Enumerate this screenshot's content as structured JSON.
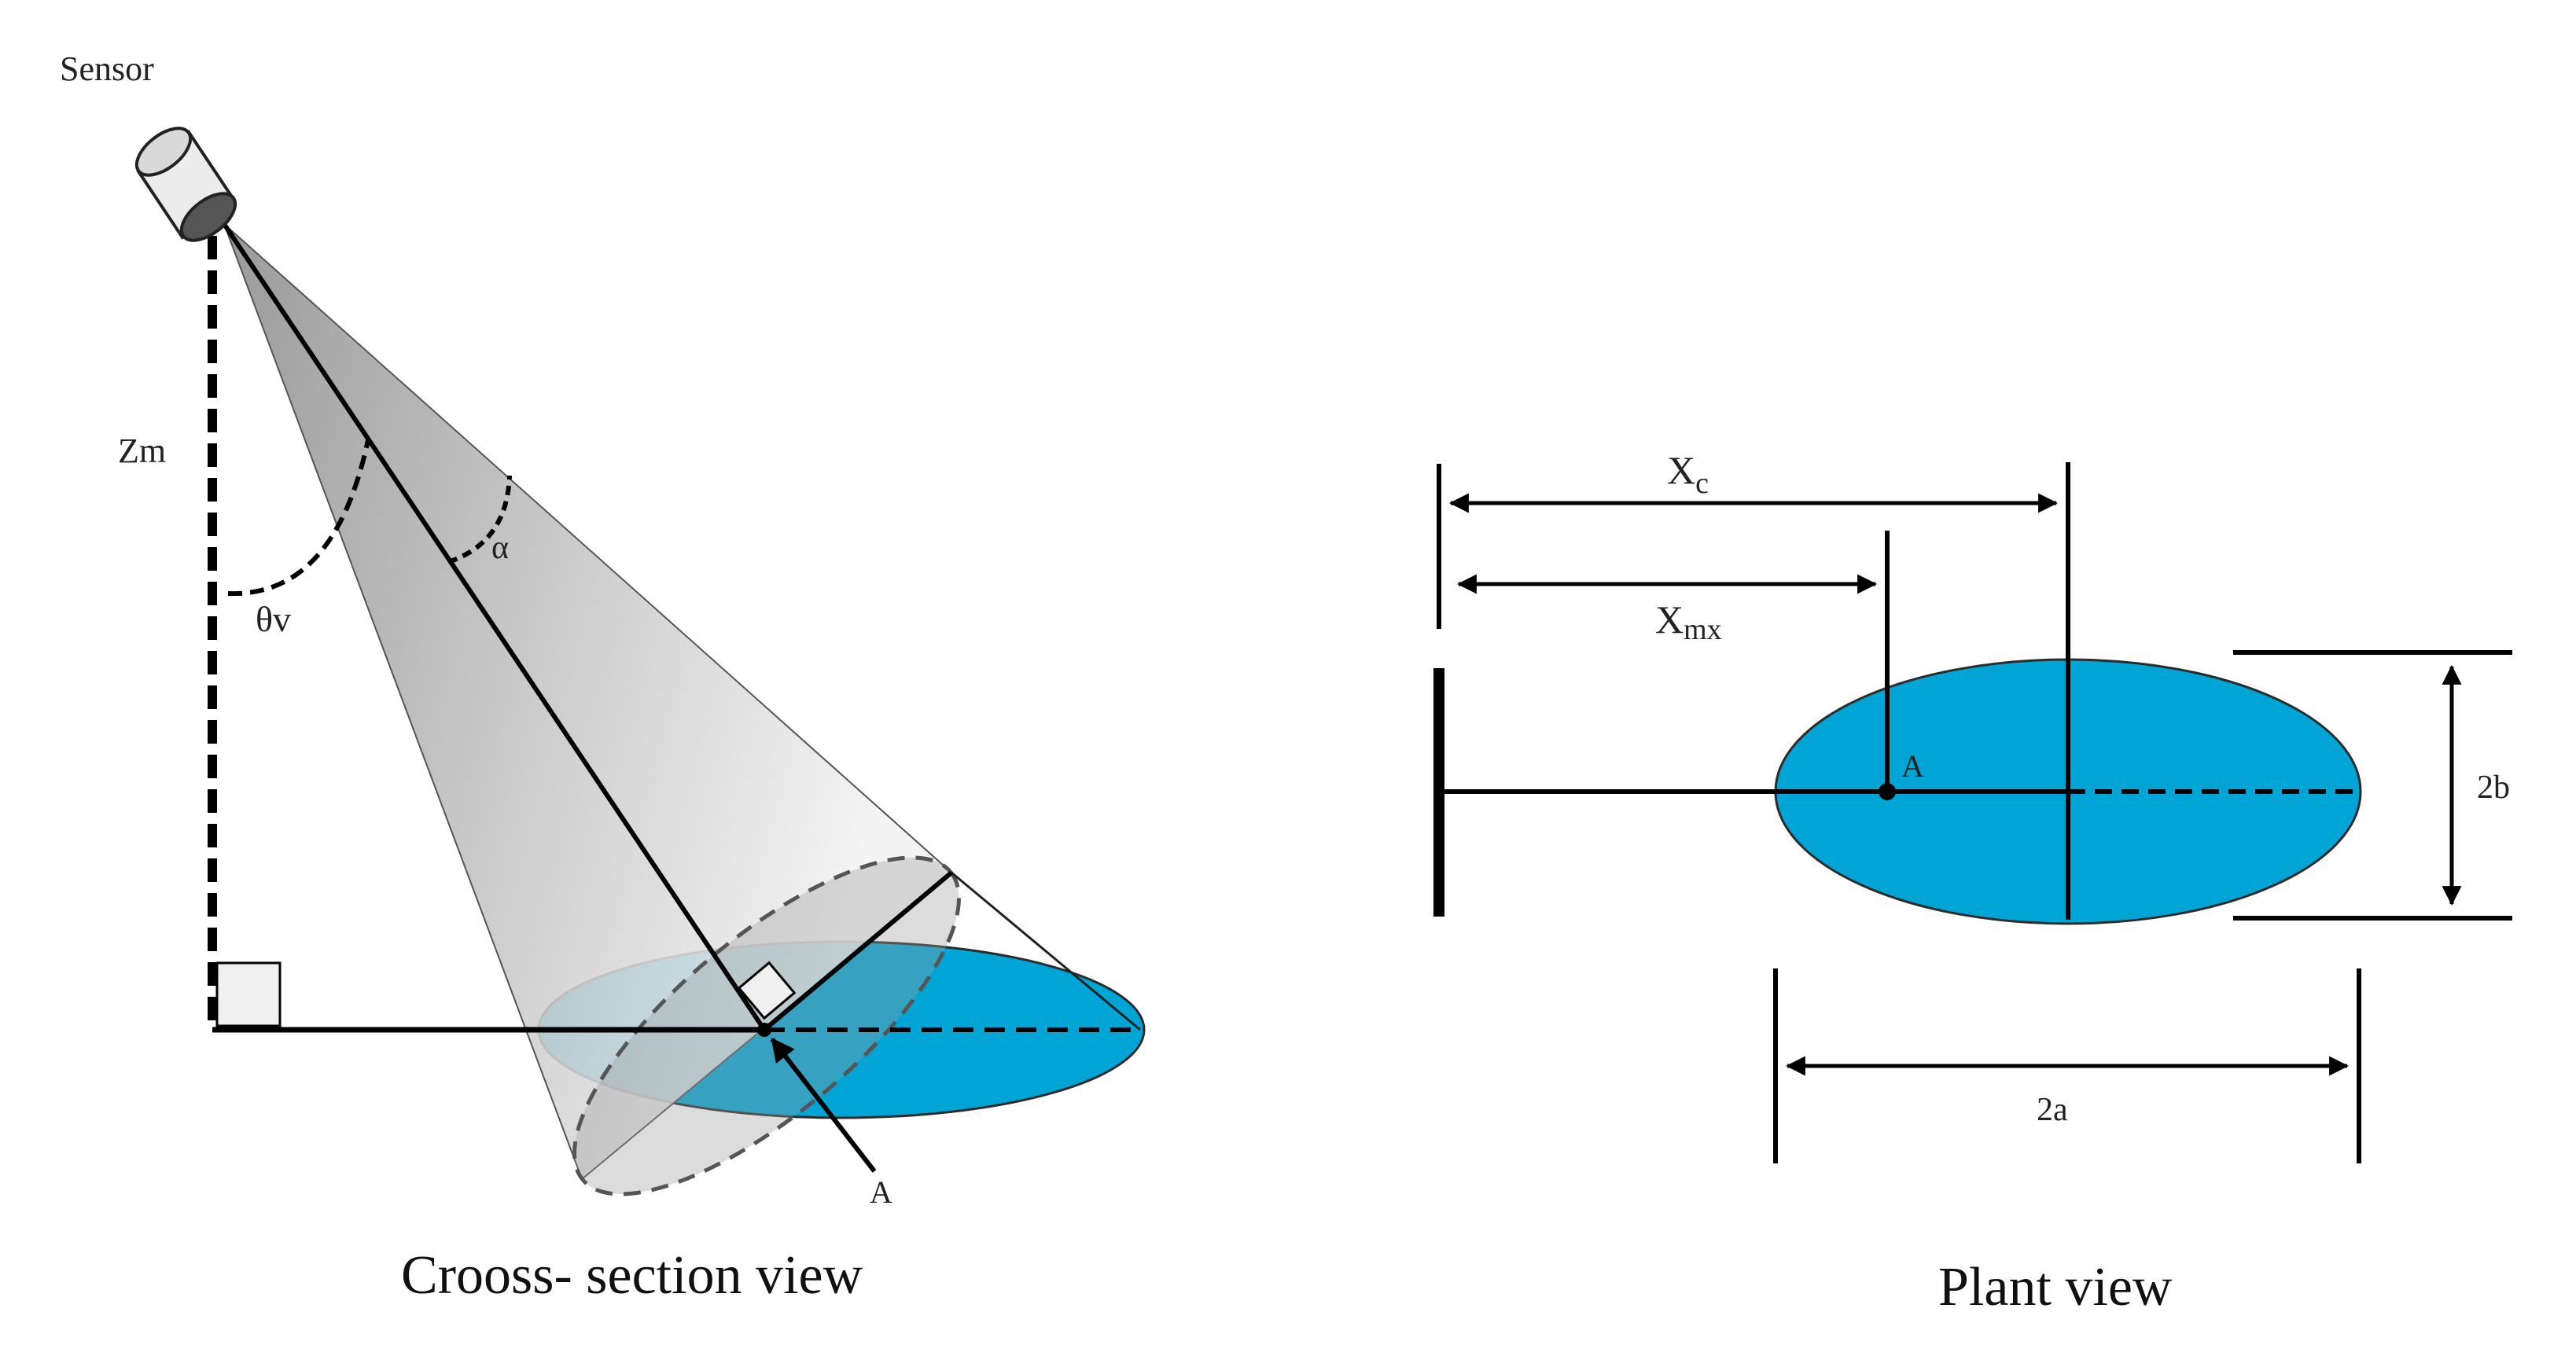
{
  "colors": {
    "ellipse_fill": "#00a5d6",
    "ellipse_stroke": "#2b2b2b",
    "cone_shade_dark": "#8a8a8a",
    "cone_shade_light": "#f2f2f2",
    "line": "#000000"
  },
  "cross_section": {
    "sensor_label": "Sensor",
    "zm_label": "Zm",
    "theta_label": "θv",
    "alpha_label": "α",
    "point_label": "A",
    "caption": "Crooss- section view"
  },
  "plant": {
    "xc_main": "X",
    "xc_sub": "c",
    "xmx_main": "X",
    "xmx_sub": "mx",
    "point_label": "A",
    "b_label": "2b",
    "a_label": "2a",
    "caption": "Plant view"
  }
}
